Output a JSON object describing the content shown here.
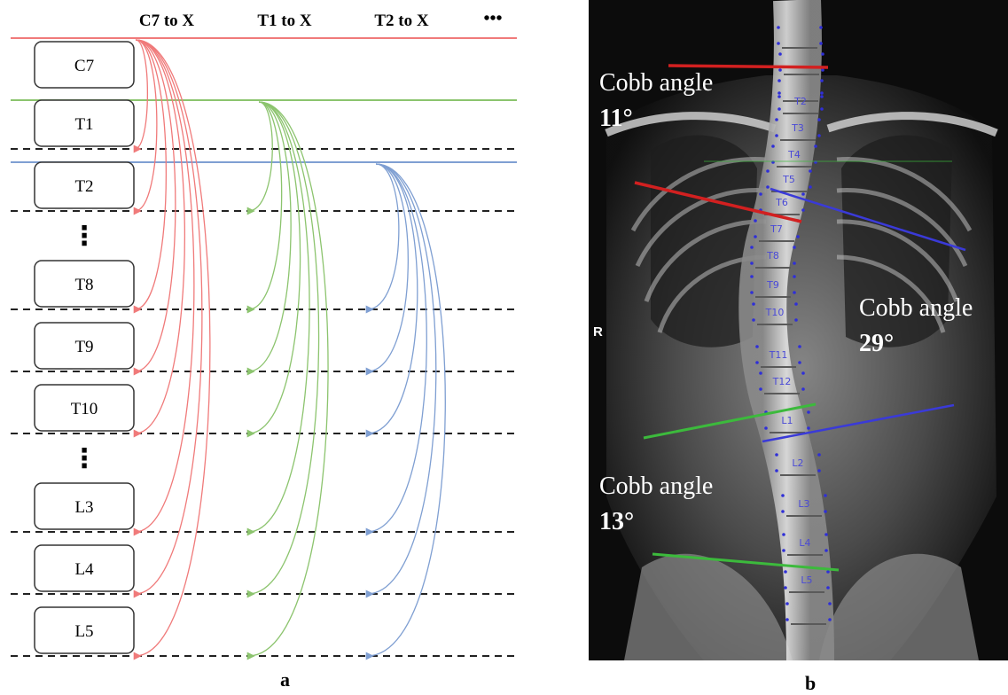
{
  "panel_a": {
    "label": "a",
    "column_headers": [
      "C7 to X",
      "T1 to X",
      "T2 to X"
    ],
    "header_ellipsis": "•••",
    "vertebrae": [
      "C7",
      "T1",
      "T2",
      "T8",
      "T9",
      "T10",
      "L3",
      "L4",
      "L5"
    ],
    "vertical_ellipsis": "⋮",
    "colors": {
      "c7": "#f07a7a",
      "t1": "#8cc46e",
      "t2": "#7f9fd2"
    }
  },
  "panel_b": {
    "label": "b",
    "side_marker": "R",
    "annotations": [
      {
        "text": "Cobb angle",
        "value": "11°"
      },
      {
        "text": "Cobb angle",
        "value": "29°"
      },
      {
        "text": "Cobb angle",
        "value": "13°"
      }
    ],
    "vertebra_labels": [
      "T2",
      "T3",
      "T4",
      "T5",
      "T6",
      "T7",
      "T8",
      "T9",
      "T10",
      "T11",
      "T12",
      "L1",
      "L2",
      "L3",
      "L4",
      "L5"
    ],
    "line_colors": {
      "red": "#d22020",
      "blue": "#3a3ad8",
      "green": "#3cba3c"
    }
  }
}
